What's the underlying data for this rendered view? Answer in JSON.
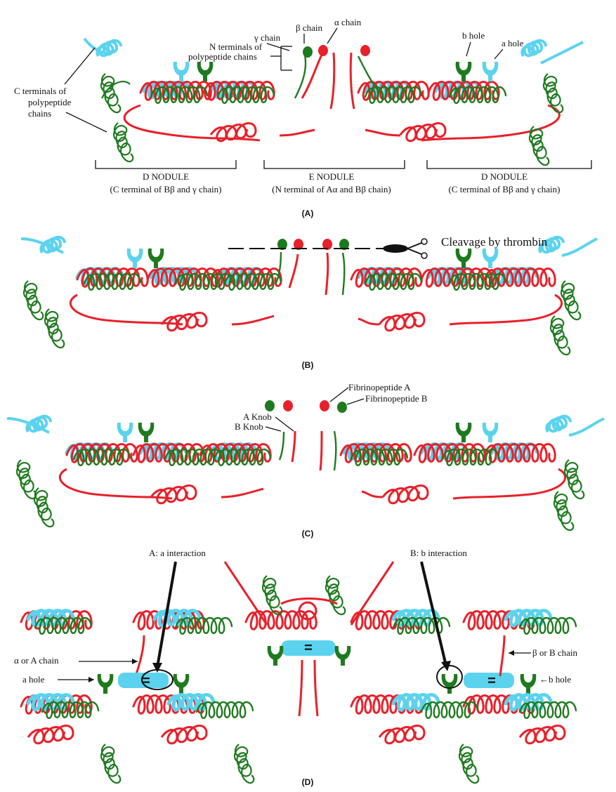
{
  "colors": {
    "alpha_chain": "#e8202a",
    "beta_chain": "#1e7a1e",
    "gamma_chain": "#5bd3ee",
    "ink": "#111111"
  },
  "panels": {
    "A": {
      "label": "(A)",
      "beta_chain": "β chain",
      "alpha_chain": "α chain",
      "gamma_chain": "γ chain",
      "n_terminals_1": "N terminals of",
      "n_terminals_2": "polypeptide chains",
      "c_terminals_1": "C terminals of",
      "c_terminals_2": "polypeptide",
      "c_terminals_3": "chains",
      "b_hole": "b hole",
      "a_hole": "a hole",
      "d_nodule_left": "D NODULE",
      "d_nodule_left_sub": "(C terminal of Bβ and γ chain)",
      "e_nodule": "E NODULE",
      "e_nodule_sub": "(N terminal of Aα and Bβ chain)",
      "d_nodule_right": "D NODULE",
      "d_nodule_right_sub": "(C terminal of Bβ and γ chain)"
    },
    "B": {
      "label": "(B)",
      "cleavage": "Cleavage by thrombin"
    },
    "C": {
      "label": "(C)",
      "fibrinopeptide_a": "Fibrinopeptide A",
      "fibrinopeptide_b": "Fibrinopeptide B",
      "a_knob": "A Knob",
      "b_knob": "B Knob"
    },
    "D": {
      "label": "(D)",
      "a_interaction": "A: a interaction",
      "b_interaction": "B: b interaction",
      "alpha_or_a_chain": "α or A chain",
      "a_hole": "a hole",
      "beta_or_b_chain": "β or B chain",
      "b_hole": "←b hole",
      "equals": "="
    }
  }
}
